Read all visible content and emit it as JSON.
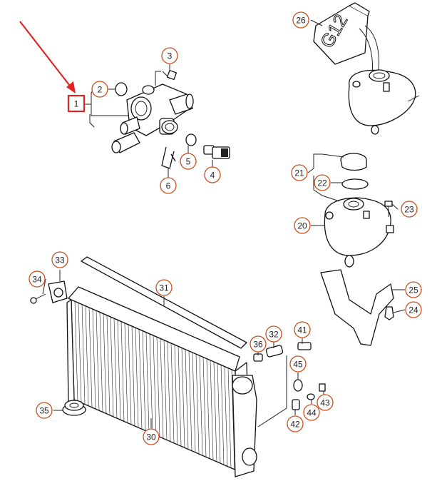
{
  "accent_color": "#e02424",
  "callout_color": "#c8501e",
  "highlighted_part": "1",
  "callouts": [
    {
      "id": "c1",
      "label": "1"
    },
    {
      "id": "c2",
      "label": "2"
    },
    {
      "id": "c3",
      "label": "3"
    },
    {
      "id": "c4",
      "label": "4"
    },
    {
      "id": "c5",
      "label": "5"
    },
    {
      "id": "c6",
      "label": "6"
    },
    {
      "id": "c20",
      "label": "20"
    },
    {
      "id": "c21",
      "label": "21"
    },
    {
      "id": "c22",
      "label": "22"
    },
    {
      "id": "c23",
      "label": "23"
    },
    {
      "id": "c24",
      "label": "24"
    },
    {
      "id": "c25",
      "label": "25"
    },
    {
      "id": "c26",
      "label": "26"
    },
    {
      "id": "c30",
      "label": "30"
    },
    {
      "id": "c31",
      "label": "31"
    },
    {
      "id": "c32",
      "label": "32"
    },
    {
      "id": "c33",
      "label": "33"
    },
    {
      "id": "c34",
      "label": "34"
    },
    {
      "id": "c35",
      "label": "35"
    },
    {
      "id": "c36",
      "label": "36"
    },
    {
      "id": "c41",
      "label": "41"
    },
    {
      "id": "c42",
      "label": "42"
    },
    {
      "id": "c43",
      "label": "43"
    },
    {
      "id": "c44",
      "label": "44"
    },
    {
      "id": "c45",
      "label": "45"
    }
  ],
  "coolant_bottle_text": "G12"
}
